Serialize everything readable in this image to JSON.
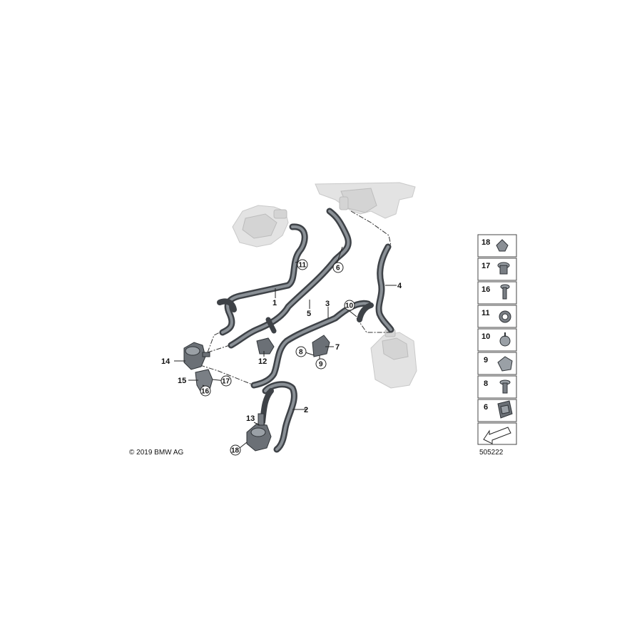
{
  "diagram": {
    "callouts": [
      "1",
      "2",
      "3",
      "4",
      "5",
      "6",
      "7",
      "8",
      "9",
      "10",
      "11",
      "12",
      "13",
      "14",
      "15",
      "16",
      "17",
      "18"
    ],
    "legend": [
      "18",
      "17",
      "16",
      "11",
      "10",
      "9",
      "8",
      "6"
    ],
    "copyright": "© 2019 BMW AG",
    "image_number": "505222"
  }
}
